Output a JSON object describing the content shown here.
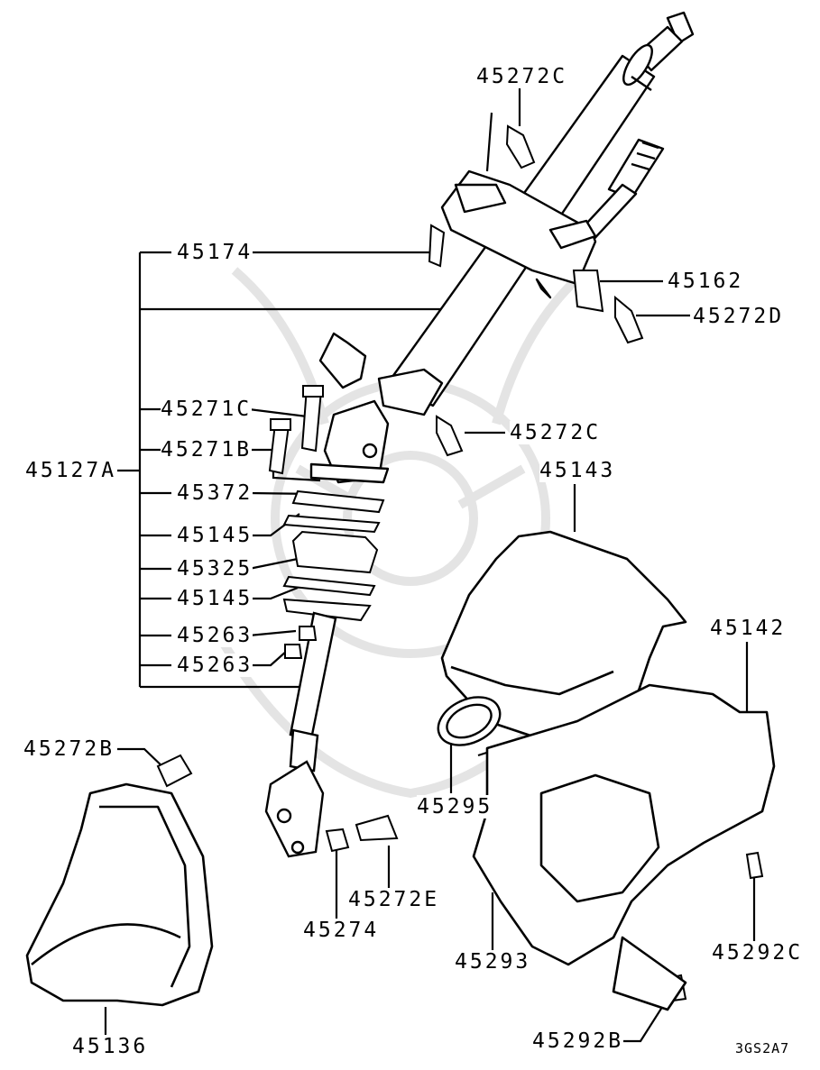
{
  "callouts": {
    "c45272C_top": "45272C",
    "c45174": "45174",
    "c45162": "45162",
    "c45272D": "45272D",
    "c45271C": "45271C",
    "c45272C_mid": "45272C",
    "c45271B": "45271B",
    "c45127A": "45127A",
    "c45143": "45143",
    "c45372": "45372",
    "c45145_a": "45145",
    "c45325": "45325",
    "c45145_b": "45145",
    "c45263_a": "45263",
    "c45263_b": "45263",
    "c45142": "45142",
    "c45272B": "45272B",
    "c45295": "45295",
    "c45272E": "45272E",
    "c45274": "45274",
    "c45292C": "45292C",
    "c45293": "45293",
    "c45136": "45136",
    "c45292B": "45292B"
  },
  "diagram_code": "3GS2A7",
  "colors": {
    "ink": "#000000",
    "watermark": "#e4e4e4",
    "paper": "#ffffff"
  }
}
